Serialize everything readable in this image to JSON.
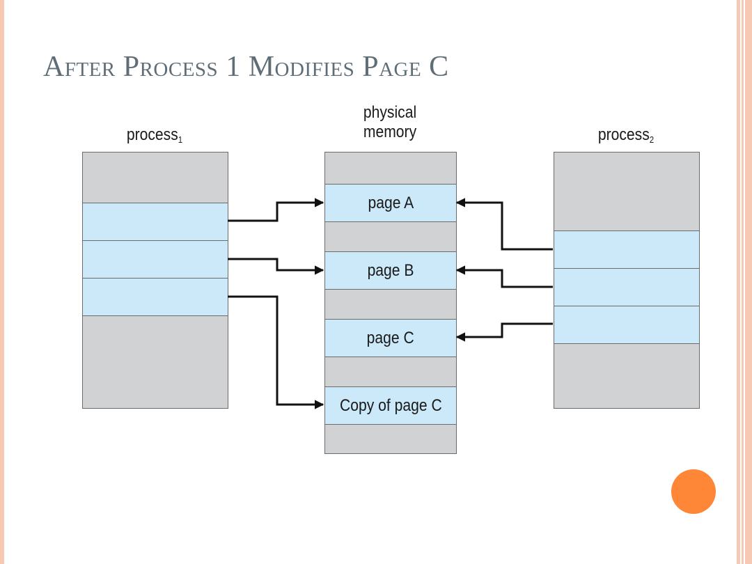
{
  "slide": {
    "title": "After Process 1 Modifies Page C",
    "accent_color": "#fe8637"
  },
  "diagram": {
    "process1": {
      "label": "process",
      "subscript": "1"
    },
    "physical_memory": {
      "label_line1": "physical",
      "label_line2": "memory"
    },
    "process2": {
      "label": "process",
      "subscript": "2"
    },
    "pages": {
      "a": "page A",
      "b": "page B",
      "c": "page C",
      "copy_c": "Copy of page C"
    },
    "colors": {
      "frame_fill": "#d1d2d4",
      "page_fill": "#cbe9f9",
      "arrow": "#111111"
    }
  }
}
